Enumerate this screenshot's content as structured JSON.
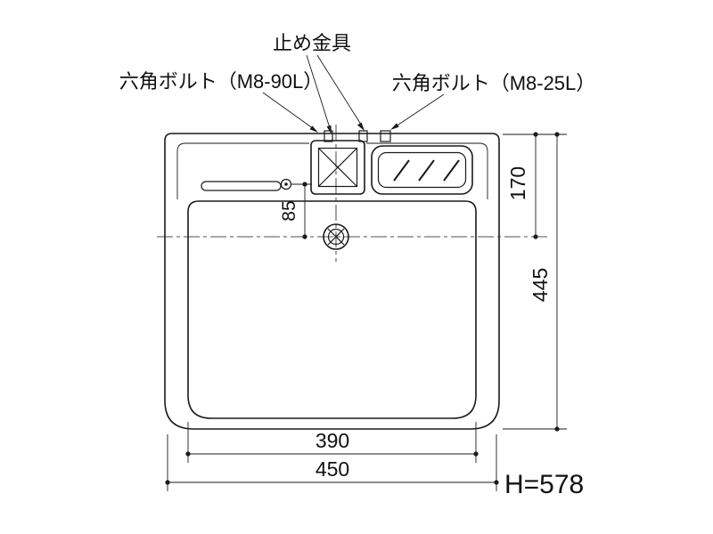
{
  "drawing_title": "laundry-pan plan view technical drawing",
  "colors": {
    "line": "#1a1a1a",
    "background": "#ffffff"
  },
  "labels": {
    "clamp": "止め金具",
    "bolt_left": "六角ボルト（M8-90L）",
    "bolt_right": "六角ボルト（M8-25L）"
  },
  "dimensions": {
    "hole_offset": "85",
    "top_to_drain_center": "170",
    "pan_depth": "445",
    "inner_width": "390",
    "outer_width": "450",
    "total_height": "H=578"
  }
}
